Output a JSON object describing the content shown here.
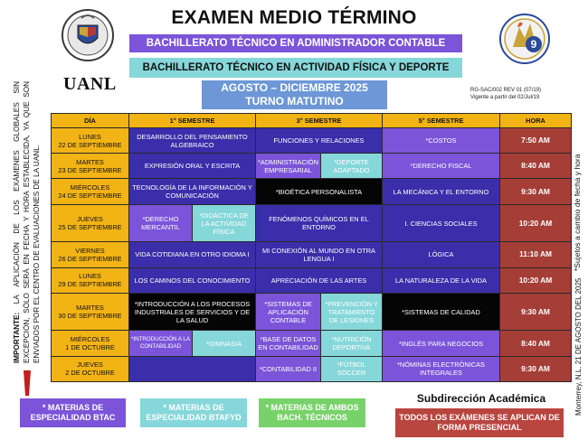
{
  "header": {
    "title": "EXAMEN MEDIO TÉRMINO",
    "program_1": "BACHILLERATO TÉCNICO EN ADMINISTRADOR CONTABLE",
    "program_2": "BACHILLERATO TÉCNICO EN ACTIVIDAD FÍSICA Y DEPORTE",
    "period_line_1": "AGOSTO – DICIEMBRE 2025",
    "period_line_2": "TURNO MATUTINO",
    "brand": "UANL",
    "right_logo_number": "9",
    "ref_line_1": "RG-SAC/002 REV 01 (07/19)",
    "ref_line_2": "Vigente a partir del 02/Jul/19"
  },
  "side_notes": {
    "left": "IMPORTANTE: LA APLICACIÓN DE LOS EXÁMENES GLOBALES SIN EXCEPCIÓN, SÓLO SERÁ EN FECHA Y HORA ESTABLECIDA, YA QUE SON ENVIADOS POR EL CENTRO DE EVALUACIONES DE LA UANL.",
    "left_strong": "IMPORTANTE:",
    "right": "*Sujetos a cambio de fecha y hora",
    "right_bottom": "Monterrey, N.L. 21 DE AGOSTO DEL 2025"
  },
  "table": {
    "headers": {
      "day": "DÍA",
      "sem1": "1° SEMESTRE",
      "sem3": "3° SEMESTRE",
      "sem5": "5° SEMESTRE",
      "time": "HORA"
    },
    "rows": [
      {
        "day": "LUNES",
        "date": "22 DE SEPTIEMBRE",
        "s1": "DESARROLLO DEL PENSAMIENTO ALGEBRAICO",
        "s3": "FUNCIONES Y RELACIONES",
        "s5": "*COSTOS",
        "time": "7:50 AM"
      },
      {
        "day": "MARTES",
        "date": "23 DE SEPTIEMBRE",
        "s1": "EXPRESIÓN ORAL Y ESCRITA",
        "s3a": "*ADMINISTRACIÓN EMPRESARIAL",
        "s3b": "*DEPORTE ADAPTADO",
        "s5": "*DERECHO FISCAL",
        "time": "8:40 AM"
      },
      {
        "day": "MIÉRCOLES",
        "date": "24 DE SEPTIEMBRE",
        "s1": "TECNOLOGÍA DE LA INFORMACIÓN Y COMUNICACIÓN",
        "s3": "*BIOÉTICA PERSONALISTA",
        "s5": "LA MECÁNICA Y EL ENTORNO",
        "time": "9:30 AM"
      },
      {
        "day": "JUEVES",
        "date": "25 DE SEPTIEMBRE",
        "s1a": "*DERECHO MERCANTIL",
        "s1b": "*DIDÁCTICA DE LA ACTIVIDAD FÍSICA",
        "s3": "FENÓMENOS QUÍMICOS EN EL ENTORNO",
        "s5": "I. CIENCIAS SOCIALES",
        "time": "10:20 AM"
      },
      {
        "day": "VIERNES",
        "date": "26 DE SEPTIEMBRE",
        "s1": "VIDA COTIDIANA EN OTRO IDIOMA I",
        "s3": "MI CONEXIÓN AL MUNDO EN OTRA LENGUA I",
        "s5": "LÓGICA",
        "time": "11:10 AM"
      },
      {
        "day": "LUNES",
        "date": "29 DE SEPTIEMBRE",
        "s1": "LOS CAMINOS DEL CONOCIMIENTO",
        "s3": "APRECIACIÓN DE LAS ARTES",
        "s5": "LA NATURALEZA DE LA VIDA",
        "time": "10:20 AM"
      },
      {
        "day": "MARTES",
        "date": "30 DE SEPTIEMBRE",
        "s1": "*INTRODUCCIÓN A LOS PROCESOS INDUSTRIALES DE SERVICIOS Y DE LA SALUD",
        "s3a": "*SISTEMAS DE APLICACIÓN CONTABLE",
        "s3b": "*PREVENCIÓN Y TRATAMIENTO DE LESIONES",
        "s5": "*SISTEMAS DE CALIDAD",
        "time": "9:30 AM"
      },
      {
        "day": "MIÉRCOLES",
        "date": "1 DE OCTUBRE",
        "s1a": "*INTRODUCCIÓN A LA CONTABILIDAD",
        "s1b": "*GIMNASIA",
        "s3a": "*BASE DE DATOS EN CONTABILIDAD",
        "s3b": "*NUTRICIÓN DEPORTIVA",
        "s5": "*INGLÉS PARA NEGOCIOS",
        "time": "8:40 AM"
      },
      {
        "day": "JUEVES",
        "date": "2 DE OCTUBRE",
        "s1": "",
        "s3a": "*CONTABILIDAD II",
        "s3b": "*FÚTBOL SOCCER",
        "s5": "*NÓMINAS ELECTRÓNICAS INTEGRALES",
        "time": "9:30 AM"
      }
    ]
  },
  "legend": {
    "btac": "* MATERIAS DE ESPECIALIDAD BTAC",
    "btafyd": "* MATERIAS DE ESPECIALIDAD BTAFYD",
    "ambos": "* MATERIAS DE AMBOS BACH. TÉCNICOS"
  },
  "footer": {
    "subdireccion": "Subdirección Académica",
    "presencial": "TODOS LOS EXÁMENES SE APLICAN DE FORMA PRESENCIAL"
  },
  "colors": {
    "purple": "#7b54d9",
    "navy": "#3a2eaa",
    "aqua": "#86d7d9",
    "gold": "#f2b315",
    "maroon": "#a53e37",
    "green": "#78d26a",
    "black": "#050505"
  }
}
